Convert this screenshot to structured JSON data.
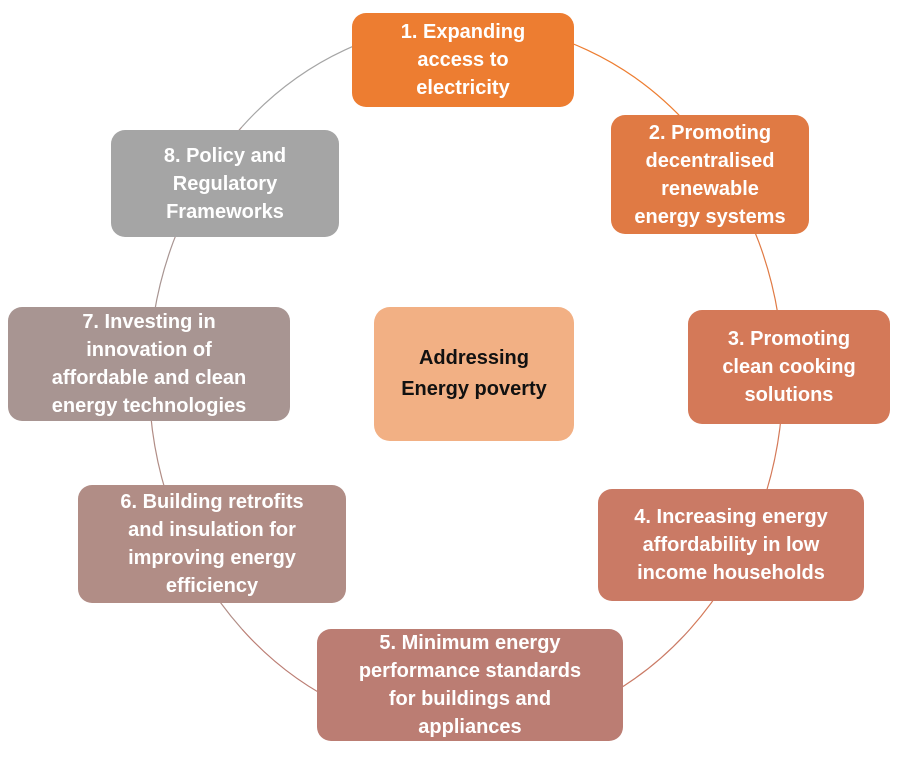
{
  "center": {
    "label": "Addressing\nEnergy poverty",
    "color": "#f2b084"
  },
  "steps": [
    {
      "label": "1. Expanding\naccess to\nelectricity",
      "color": "#ed7d31"
    },
    {
      "label": "2. Promoting\ndecentralised\nrenewable\nenergy systems",
      "color": "#e07a44"
    },
    {
      "label": "3. Promoting\nclean cooking\nsolutions",
      "color": "#d47958"
    },
    {
      "label": "4. Increasing energy\naffordability in low\nincome households",
      "color": "#ca7a65"
    },
    {
      "label": "5. Minimum energy\nperformance standards\nfor buildings and\nappliances",
      "color": "#bb7d73"
    },
    {
      "label": "6. Building retrofits\nand insulation for\nimproving energy\nefficiency",
      "color": "#b18d86"
    },
    {
      "label": "7. Investing in\ninnovation of\naffordable and clean\nenergy technologies",
      "color": "#a89592"
    },
    {
      "label": "8. Policy and\nRegulatory\nFrameworks",
      "color": "#a5a5a5"
    }
  ],
  "ring_colors": [
    "#ed7d31",
    "#e07a44",
    "#d47958",
    "#ca7a65",
    "#bb7d73",
    "#b18d86",
    "#a89592",
    "#a5a5a5"
  ]
}
